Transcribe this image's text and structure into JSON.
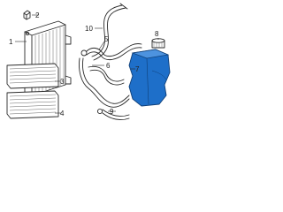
{
  "diagram": {
    "callouts": [
      {
        "id": "1",
        "text": "1"
      },
      {
        "id": "2",
        "text": "2"
      },
      {
        "id": "3",
        "text": "3"
      },
      {
        "id": "4",
        "text": "4"
      },
      {
        "id": "5",
        "text": "5"
      },
      {
        "id": "6",
        "text": "6"
      },
      {
        "id": "7",
        "text": "7"
      },
      {
        "id": "8",
        "text": "8"
      },
      {
        "id": "9",
        "text": "9"
      },
      {
        "id": "10",
        "text": "10"
      }
    ],
    "highlight_color": "#1e6fc9",
    "line_color": "#2a2a2a"
  }
}
